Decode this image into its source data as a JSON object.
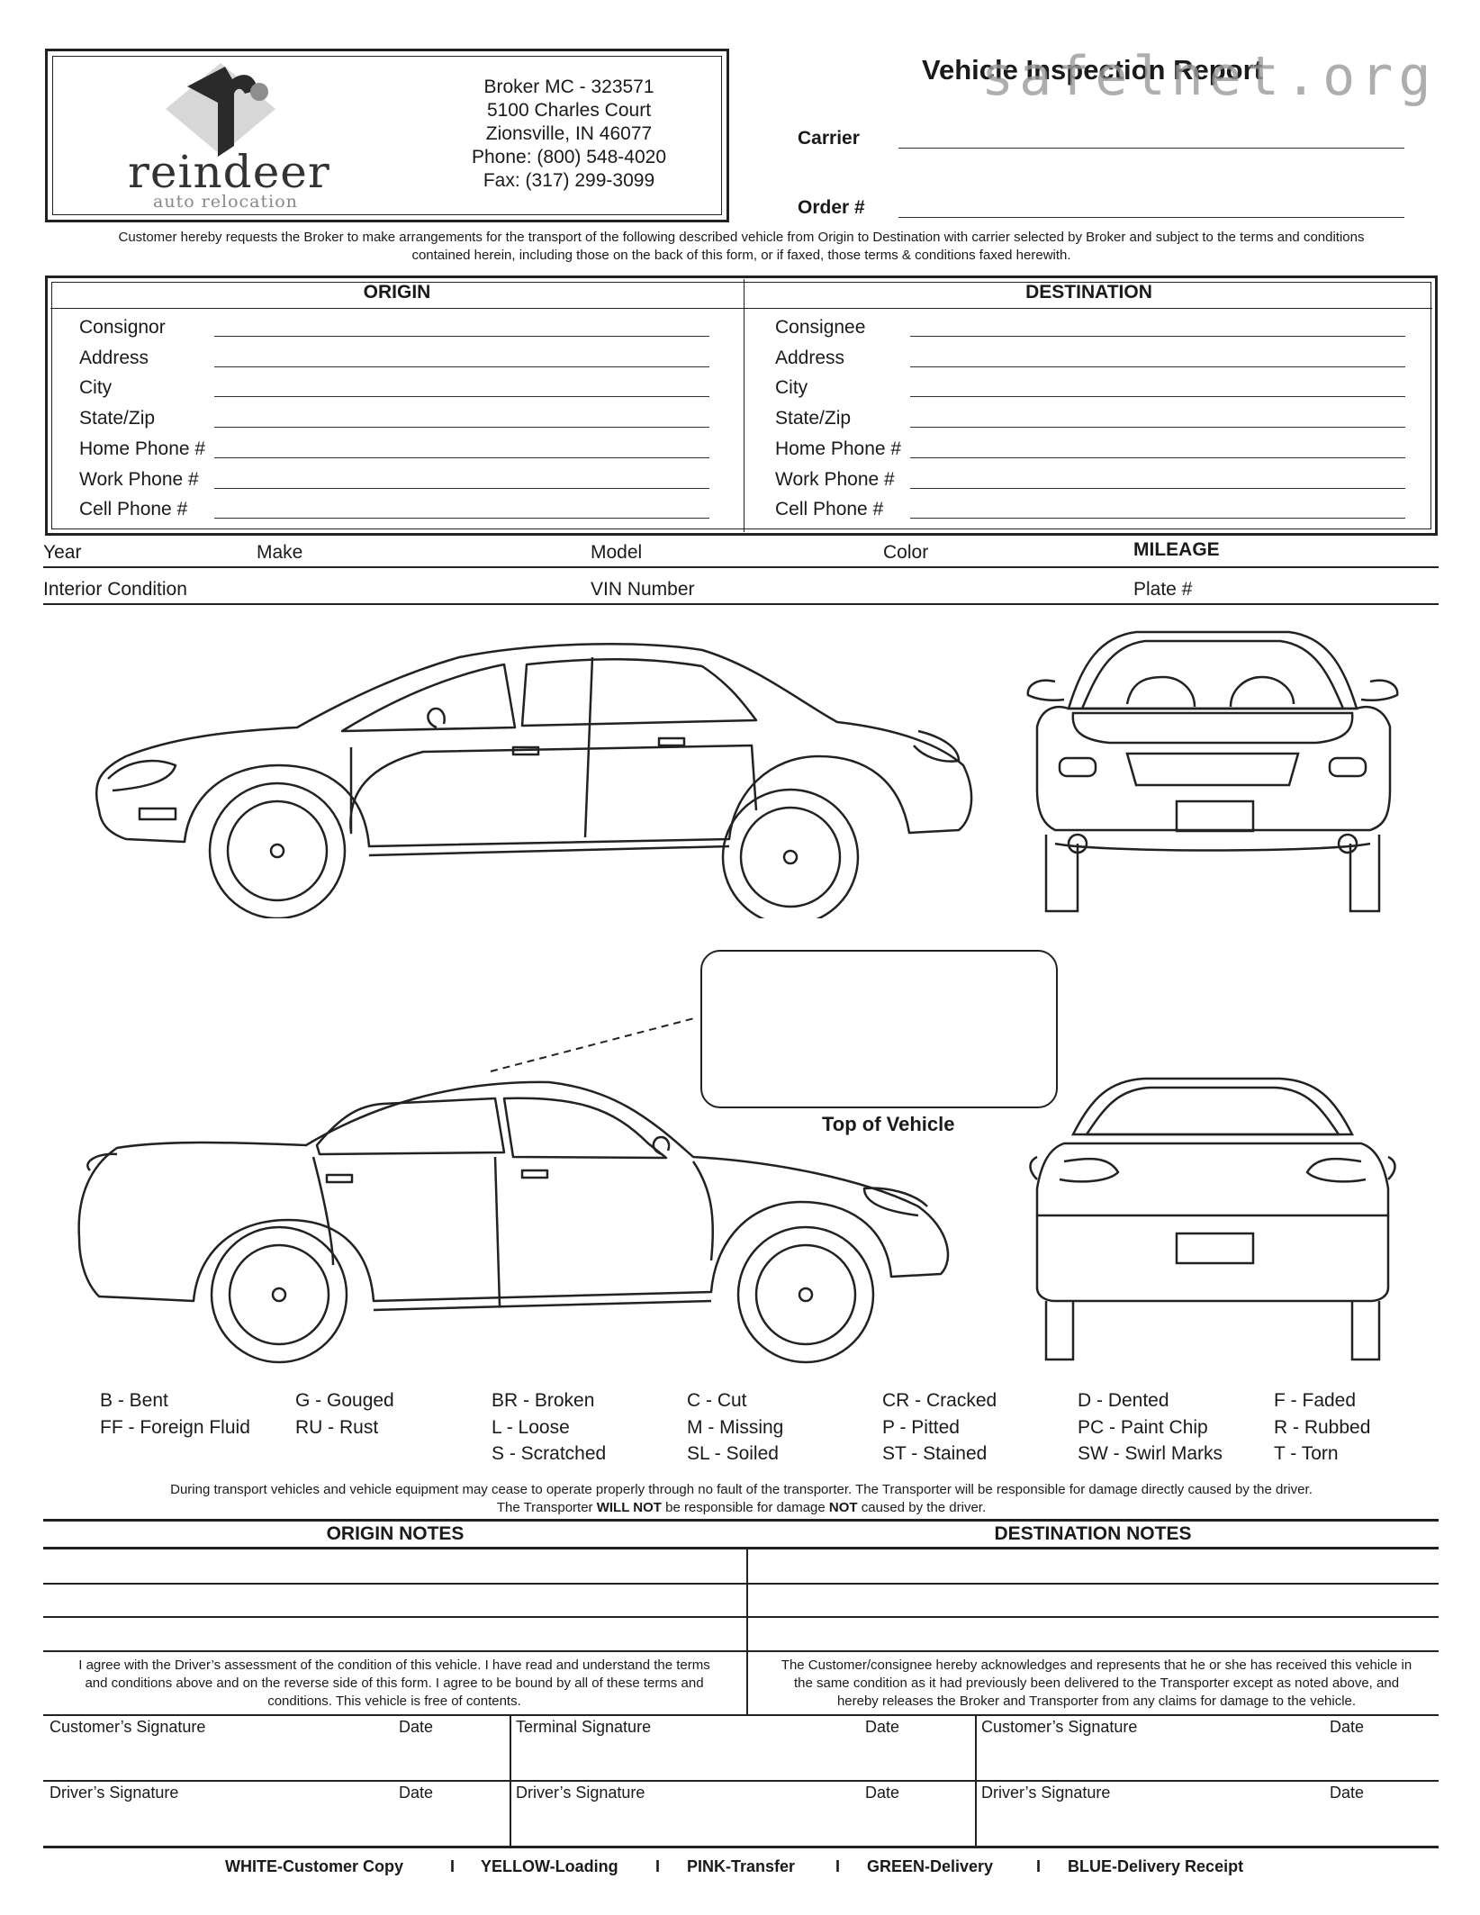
{
  "header": {
    "company": {
      "name": "reindeer",
      "tagline": "auto relocation",
      "address_lines": [
        "Broker MC - 323571",
        "5100 Charles Court",
        "Zionsville, IN 46077",
        "Phone: (800) 548-4020",
        "Fax: (317) 299-3099"
      ]
    },
    "title": "Vehicle Inspection Report",
    "watermark": "safelnet.org",
    "carrier_label": "Carrier",
    "order_label": "Order #"
  },
  "intro": [
    "Customer hereby requests the Broker to make arrangements for the transport of the following described vehicle from Origin to Destination with carrier selected by Broker and subject to the terms and conditions",
    "contained herein, including those on the back of this form, or if faxed, those terms & conditions faxed herewith."
  ],
  "origin": {
    "heading": "ORIGIN",
    "fields": [
      "Consignor",
      "Address",
      "City",
      "State/Zip",
      "Home Phone #",
      "Work Phone #",
      "Cell Phone #"
    ]
  },
  "destination": {
    "heading": "DESTINATION",
    "fields": [
      "Consignee",
      "Address",
      "City",
      "State/Zip",
      "Home Phone #",
      "Work Phone #",
      "Cell Phone #"
    ]
  },
  "vehicle_row1": {
    "year": "Year",
    "make": "Make",
    "model": "Model",
    "color": "Color",
    "mileage": "MILEAGE"
  },
  "vehicle_row2": {
    "interior": "Interior Condition",
    "vin": "VIN Number",
    "plate": "Plate #"
  },
  "top_of_vehicle": "Top of Vehicle",
  "damage_codes": [
    [
      "B - Bent",
      "FF - Foreign Fluid",
      ""
    ],
    [
      "G - Gouged",
      "RU - Rust",
      ""
    ],
    [
      "BR - Broken",
      "L - Loose",
      "S - Scratched"
    ],
    [
      "C - Cut",
      "M - Missing",
      "SL - Soiled"
    ],
    [
      "CR - Cracked",
      "P - Pitted",
      "ST - Stained"
    ],
    [
      "D - Dented",
      "PC - Paint Chip",
      "SW - Swirl Marks"
    ],
    [
      "F - Faded",
      "R - Rubbed",
      "T - Torn"
    ]
  ],
  "disclaimer": {
    "line1": "During transport vehicles and vehicle equipment may cease to operate properly through no fault of the transporter. The Transporter will be responsible for damage directly caused by the driver.",
    "line2_a": "The Transporter ",
    "line2_b": "WILL NOT",
    "line2_c": " be responsible for damage ",
    "line2_d": "NOT",
    "line2_e": " caused by the driver."
  },
  "notes": {
    "origin": "ORIGIN NOTES",
    "destination": "DESTINATION NOTES"
  },
  "agreements": {
    "origin": [
      "I agree with the Driver’s assessment of the condition of this vehicle. I have read and understand the terms",
      "and conditions above and on the reverse side of this form. I agree to be bound by all of these terms and",
      "conditions. This vehicle is free of contents."
    ],
    "destination": [
      "The Customer/consignee hereby acknowledges and represents that he or she has received this vehicle in",
      "the same condition as it had previously been delivered to the Transporter except as noted above, and",
      "hereby releases the Broker and Transporter from any claims for damage to the vehicle."
    ]
  },
  "signatures": {
    "col1": {
      "top": "Customer’s Signature",
      "bottom": "Driver’s Signature"
    },
    "col2": {
      "top": "Terminal Signature",
      "bottom": "Driver’s Signature"
    },
    "col3": {
      "top": "Customer’s Signature",
      "bottom": "Driver’s Signature"
    },
    "date": "Date"
  },
  "footer": {
    "copies": [
      "WHITE-Customer Copy",
      "YELLOW-Loading",
      "PINK-Transfer",
      "GREEN-Delivery",
      "BLUE-Delivery Receipt"
    ],
    "separator": "I"
  }
}
